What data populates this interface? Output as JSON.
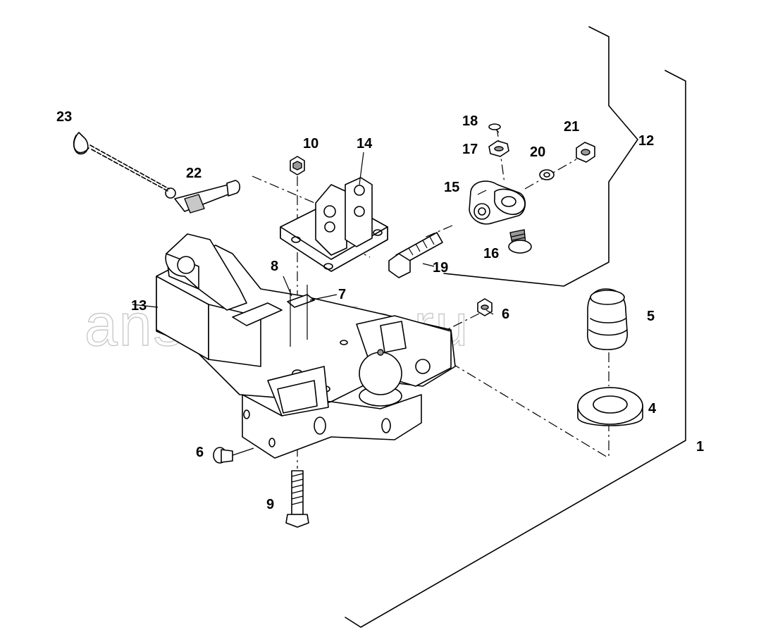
{
  "watermark": "ansat-parts.ru",
  "callouts": {
    "c1": "1",
    "c4": "4",
    "c5": "5",
    "c6a": "6",
    "c6b": "6",
    "c7": "7",
    "c8": "8",
    "c9": "9",
    "c10": "10",
    "c12": "12",
    "c13": "13",
    "c14": "14",
    "c15": "15",
    "c16": "16",
    "c17": "17",
    "c18": "18",
    "c19": "19",
    "c20": "20",
    "c21": "21",
    "c22": "22",
    "c23": "23"
  }
}
